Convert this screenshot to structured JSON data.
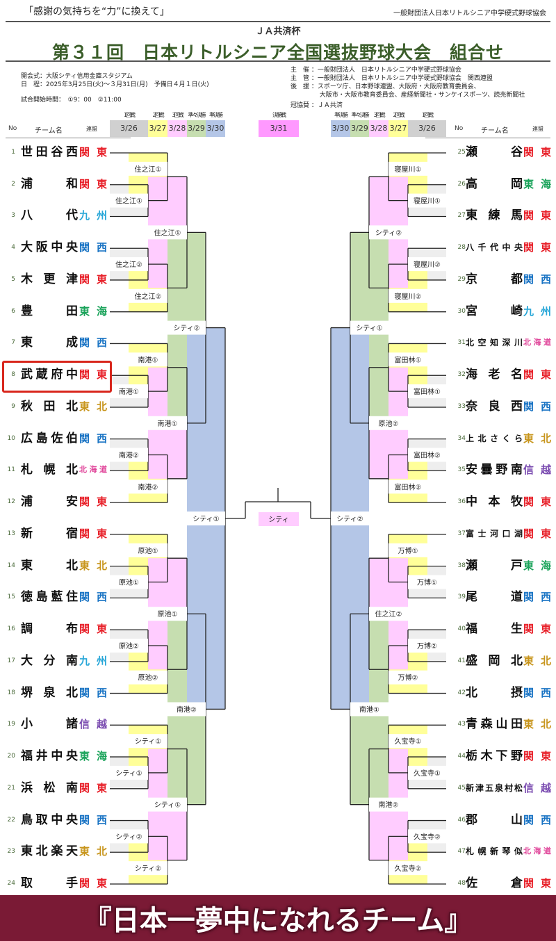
{
  "header": {
    "slogan": "「感謝の気持ちを“力”に換えて」",
    "organization": "一般財団法人日本リトルシニア中学硬式野球協会",
    "cup": "ＪＡ共済杯",
    "title": "第３１回　日本リトルシニア全国選抜野球大会　組合せ"
  },
  "info": {
    "opening": "開会式：大阪シティ信用金庫スタジアム",
    "schedule": "日　程：2025年3月25日(火)～３月31日(月)　予備日４月１日(火)",
    "start_times": "試合開始時間：　①9：00　②11:00",
    "host": "主　催 ：一般財団法人　日本リトルシニア中学硬式野球協会",
    "organizer": "主　管 ：一般財団法人　日本リトルシニア中学硬式野球協会　関西連盟",
    "support": "後　援 ：スポーツ庁、日本野球連盟、大阪府・大阪府教育委員会、\n　　　　  大阪市・大阪市教育委員会、産経新聞社・サンケイスポーツ、読売新聞社",
    "sponsor": "冠協賛 ：ＪＡ共済"
  },
  "columns": {
    "no": "No",
    "team": "チーム名",
    "league": "連盟"
  },
  "rounds": [
    {
      "name": "1回戦",
      "date": "3/26",
      "color": "#d0d0d0"
    },
    {
      "name": "2回戦",
      "date": "3/27",
      "color": "#ffff99"
    },
    {
      "name": "3回戦",
      "date": "3/28",
      "color": "#ffccff"
    },
    {
      "name": "準々決勝",
      "date": "3/29",
      "color": "#c6deb0"
    },
    {
      "name": "準決勝",
      "date": "3/30",
      "color": "#b4c6e7"
    }
  ],
  "final_round": {
    "name": "決勝戦",
    "date": "3/31",
    "color": "#ff99ff"
  },
  "shade_colors": [
    "#eeeeee",
    "#ffff99",
    "#ffccff",
    "#c6deb0",
    "#b4c6e7"
  ],
  "region_colors": {
    "関東": "#e8212a",
    "関西": "#1a74c4",
    "九州": "#29a7d8",
    "東海": "#1aa35a",
    "東北": "#c8961e",
    "北海道": "#e0459a",
    "信越": "#7a4bb0"
  },
  "teams_left": [
    {
      "no": "1",
      "name": "世田谷西",
      "region": "関東"
    },
    {
      "no": "2",
      "name": "浦和",
      "region": "関東"
    },
    {
      "no": "3",
      "name": "八代",
      "region": "九州"
    },
    {
      "no": "4",
      "name": "大阪中央",
      "region": "関西"
    },
    {
      "no": "5",
      "name": "木更津",
      "region": "関東"
    },
    {
      "no": "6",
      "name": "豊田",
      "region": "東海"
    },
    {
      "no": "7",
      "name": "東成",
      "region": "関西"
    },
    {
      "no": "8",
      "name": "武蔵府中",
      "region": "関東"
    },
    {
      "no": "9",
      "name": "秋田北",
      "region": "東北"
    },
    {
      "no": "10",
      "name": "広島佐伯",
      "region": "関西"
    },
    {
      "no": "11",
      "name": "札幌北",
      "region": "北海道"
    },
    {
      "no": "12",
      "name": "浦安",
      "region": "関東"
    },
    {
      "no": "13",
      "name": "新宿",
      "region": "関東"
    },
    {
      "no": "14",
      "name": "東北",
      "region": "東北"
    },
    {
      "no": "15",
      "name": "徳島藍住",
      "region": "関西"
    },
    {
      "no": "16",
      "name": "調布",
      "region": "関東"
    },
    {
      "no": "17",
      "name": "大分南",
      "region": "九州"
    },
    {
      "no": "18",
      "name": "堺泉北",
      "region": "関西"
    },
    {
      "no": "19",
      "name": "小諸",
      "region": "信越"
    },
    {
      "no": "20",
      "name": "福井中央",
      "region": "東海"
    },
    {
      "no": "21",
      "name": "浜松南",
      "region": "関東"
    },
    {
      "no": "22",
      "name": "鳥取中央",
      "region": "関西"
    },
    {
      "no": "23",
      "name": "東北楽天",
      "region": "東北"
    },
    {
      "no": "24",
      "name": "取手",
      "region": "関東"
    }
  ],
  "teams_right": [
    {
      "no": "25",
      "name": "瀬谷",
      "region": "関東"
    },
    {
      "no": "26",
      "name": "高岡",
      "region": "東海"
    },
    {
      "no": "27",
      "name": "東練馬",
      "region": "関東"
    },
    {
      "no": "28",
      "name": "八千代中央",
      "region": "関東"
    },
    {
      "no": "29",
      "name": "京都",
      "region": "関西"
    },
    {
      "no": "30",
      "name": "宮崎",
      "region": "九州"
    },
    {
      "no": "31",
      "name": "北空知深川",
      "region": "北海道"
    },
    {
      "no": "32",
      "name": "海老名",
      "region": "関東"
    },
    {
      "no": "33",
      "name": "奈良西",
      "region": "関西"
    },
    {
      "no": "34",
      "name": "上北さくら",
      "region": "東北"
    },
    {
      "no": "35",
      "name": "安曇野南",
      "region": "信越"
    },
    {
      "no": "36",
      "name": "中本牧",
      "region": "関東"
    },
    {
      "no": "37",
      "name": "富士河口湖",
      "region": "関東"
    },
    {
      "no": "38",
      "name": "瀬戸",
      "region": "東海"
    },
    {
      "no": "39",
      "name": "尾道",
      "region": "関西"
    },
    {
      "no": "40",
      "name": "福生",
      "region": "関東"
    },
    {
      "no": "41",
      "name": "盛岡北",
      "region": "東北"
    },
    {
      "no": "42",
      "name": "北摂",
      "region": "関西"
    },
    {
      "no": "43",
      "name": "青森山田",
      "region": "東北"
    },
    {
      "no": "44",
      "name": "栃木下野",
      "region": "関東"
    },
    {
      "no": "45",
      "name": "新津五泉村松",
      "region": "信越"
    },
    {
      "no": "46",
      "name": "郡山",
      "region": "関西"
    },
    {
      "no": "47",
      "name": "札幌新琴似",
      "region": "北海道"
    },
    {
      "no": "48",
      "name": "佐倉",
      "region": "関東"
    }
  ],
  "bracket": {
    "left": {
      "blocks": [
        {
          "r1": [
            "住之江①",
            "住之江②"
          ],
          "r2": [
            "住之江①",
            "住之江②"
          ],
          "r3": "住之江①"
        },
        {
          "r1": [
            "南港①",
            "南港②"
          ],
          "r2": [
            "南港①",
            "南港②"
          ],
          "r3": "南港①"
        },
        {
          "r1": [
            "原池①",
            "原池②"
          ],
          "r2": [
            "原池①",
            "原池②"
          ],
          "r3": "原池①"
        },
        {
          "r1": [
            "シティ①",
            "シティ②"
          ],
          "r2": [
            "シティ①",
            "シティ②"
          ],
          "r3": "シティ①"
        }
      ],
      "qf": [
        "シティ②",
        "南港②"
      ],
      "sf": "シティ①"
    },
    "right": {
      "blocks": [
        {
          "r1": [
            "寝屋川①",
            "寝屋川②"
          ],
          "r2": [
            "寝屋川①",
            "寝屋川②"
          ],
          "r3": "シティ②"
        },
        {
          "r1": [
            "富田林①",
            "富田林②"
          ],
          "r2": [
            "富田林①",
            "富田林②"
          ],
          "r3": "原池②"
        },
        {
          "r1": [
            "万博①",
            "万博②"
          ],
          "r2": [
            "万博①",
            "万博②"
          ],
          "r3": "住之江②"
        },
        {
          "r1": [
            "久宝寺①",
            "久宝寺②"
          ],
          "r2": [
            "久宝寺①",
            "久宝寺②"
          ],
          "r3": "南港②"
        }
      ],
      "qf": [
        "シティ①",
        "南港①"
      ],
      "sf": "シティ②"
    },
    "final": "シティ"
  },
  "highlighted_team_no": "8",
  "banner": "『日本一夢中になれるチーム』"
}
